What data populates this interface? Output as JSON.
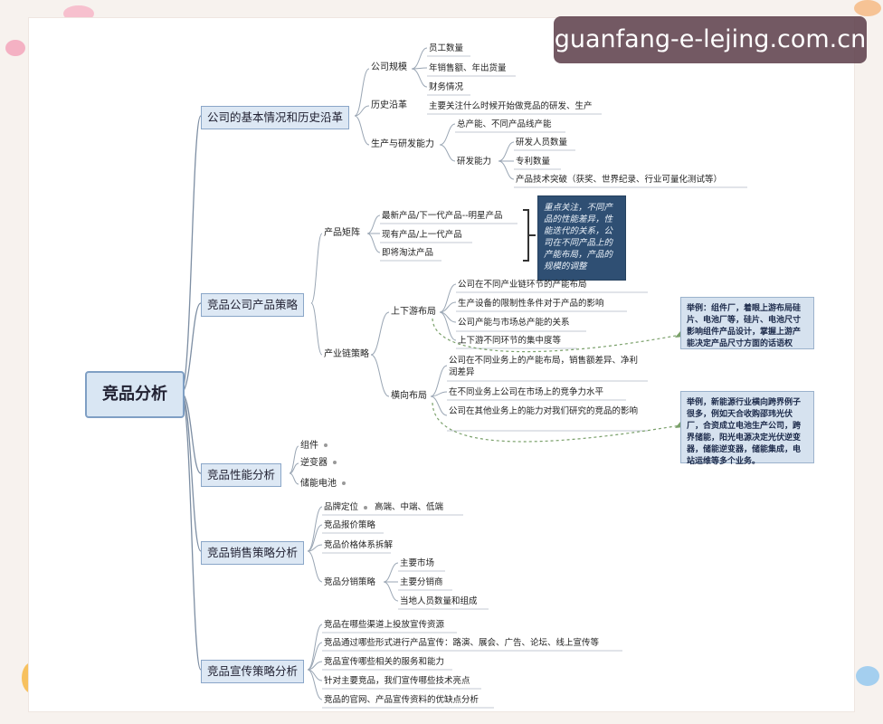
{
  "watermark": "guanfang-e-lejing.com.cn",
  "root": "竞品分析",
  "branches": {
    "b1": {
      "label": "公司的基本情况和历史沿革",
      "scale": {
        "label": "公司规模",
        "items": [
          "员工数量",
          "年销售额、年出货量",
          "财务情况"
        ]
      },
      "history": {
        "label": "历史沿革",
        "item": "主要关注什么时候开始做竞品的研发、生产"
      },
      "rd": {
        "label": "生产与研发能力",
        "capacity": "总产能、不同产品线产能",
        "dev": {
          "label": "研发能力",
          "items": [
            "研发人员数量",
            "专利数量",
            "产品技术突破（获奖、世界纪录、行业可量化测试等）"
          ]
        }
      }
    },
    "b2": {
      "label": "竞品公司产品策略",
      "matrix": {
        "label": "产品矩阵",
        "items": [
          "最新产品/下一代产品--明星产品",
          "现有产品/上一代产品",
          "即将淘汰产品"
        ]
      },
      "matrix_note": "重点关注，不同产品的性能差异，性能迭代的关系，公司在不同产品上的产能布局，产品的规模的调整",
      "chain": {
        "label": "产业链策略",
        "updown": {
          "label": "上下游布局",
          "items": [
            "公司在不同产业链环节的产能布局",
            "生产设备的限制性条件对于产品的影响",
            "公司产能与市场总产能的关系",
            "上下游不同环节的集中度等"
          ]
        },
        "hz": {
          "label": "横向布局",
          "items": [
            "公司在不同业务上的产能布局，销售额差异、净利润差异",
            "在不同业务上公司在市场上的竞争力水平",
            "公司在其他业务上的能力对我们研究的竞品的影响"
          ]
        }
      },
      "note1": "举例：组件厂，着眼上游布局硅片、电池厂等，硅片、电池尺寸影响组件产品设计，掌握上游产能决定产品尺寸方面的话语权",
      "note2": "举例，新能源行业横向跨界例子很多，例如天合收购邵玮光伏厂，合资成立电池生产公司，跨界储能，阳光电源决定光伏逆变器，储能逆变器，储能集成，电站运维等多个业务。"
    },
    "b3": {
      "label": "竞品性能分析",
      "items": [
        "组件",
        "逆变器",
        "储能电池"
      ]
    },
    "b4": {
      "label": "竞品销售策略分析",
      "positioning": {
        "label": "品牌定位",
        "value": "高端、中端、低端"
      },
      "items": [
        "竞品报价策略",
        "竞品价格体系拆解"
      ],
      "channel": {
        "label": "竞品分销策略",
        "items": [
          "主要市场",
          "主要分销商",
          "当地人员数量和组成"
        ]
      }
    },
    "b5": {
      "label": "竞品宣传策略分析",
      "items": [
        "竞品在哪些渠道上投放宣传资源",
        "竞品通过哪些形式进行产品宣传：路演、展会、广告、论坛、线上宣传等",
        "竞品宣传哪些相关的服务和能力",
        "针对主要竞品，我们宣传哪些技术亮点",
        "竞品的官网、产品宣传资料的优缺点分析"
      ]
    }
  }
}
